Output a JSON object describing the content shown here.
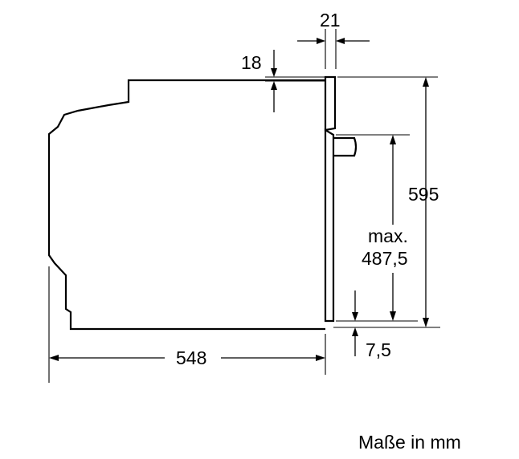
{
  "dimensions": {
    "top_gap": "18",
    "panel_thickness": "21",
    "total_height": "595",
    "max_label_line1": "max.",
    "max_label_line2": "487,5",
    "bottom_gap": "7,5",
    "depth": "548"
  },
  "caption": "Maße in mm"
}
